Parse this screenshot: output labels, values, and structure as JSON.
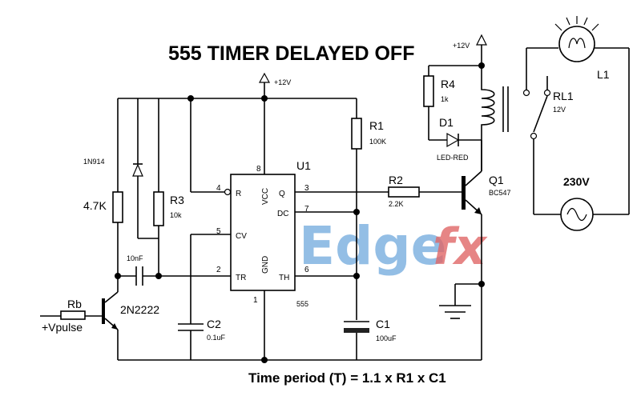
{
  "title": "555 TIMER DELAYED OFF",
  "formula": "Time period (T) = 1.1 x R1 x C1",
  "watermark": {
    "main": "Edge",
    "suffix": "fx",
    "color_main": "#6fa8dc",
    "color_suffix": "#e06666"
  },
  "supply": {
    "u1": "+12V",
    "relay": "+12V"
  },
  "ic": {
    "name": "U1",
    "part": "555",
    "pins": {
      "reset": "R",
      "vcc": "VCC",
      "q": "Q",
      "dc": "DC",
      "cv": "CV",
      "tr": "TR",
      "th": "TH",
      "gnd": "GND"
    },
    "pin_numbers": {
      "p4": "4",
      "p8": "8",
      "p3": "3",
      "p7": "7",
      "p5": "5",
      "p2": "2",
      "p6": "6",
      "p1": "1"
    }
  },
  "components": {
    "r1": {
      "name": "R1",
      "value": "100K"
    },
    "r2": {
      "name": "R2",
      "value": "2.2K"
    },
    "r3": {
      "name": "R3",
      "value": "10k"
    },
    "r4": {
      "name": "R4",
      "value": "1k"
    },
    "r47k": {
      "value": "4.7K"
    },
    "d_1n914": {
      "name": "1N914"
    },
    "c_10n": {
      "value": "10nF"
    },
    "c1": {
      "name": "C1",
      "value": "100uF"
    },
    "c2": {
      "name": "C2",
      "value": "0.1uF"
    },
    "d1": {
      "name": "D1",
      "value": "LED-RED"
    },
    "q1": {
      "name": "Q1",
      "value": "BC547"
    },
    "rl1": {
      "name": "RL1",
      "value": "12V"
    },
    "l1": {
      "name": "L1"
    },
    "mains": {
      "value": "230V"
    },
    "rb": {
      "name": "Rb"
    },
    "q_2n2222": {
      "name": "2N2222"
    },
    "vpulse": {
      "label": "+Vpulse"
    }
  }
}
